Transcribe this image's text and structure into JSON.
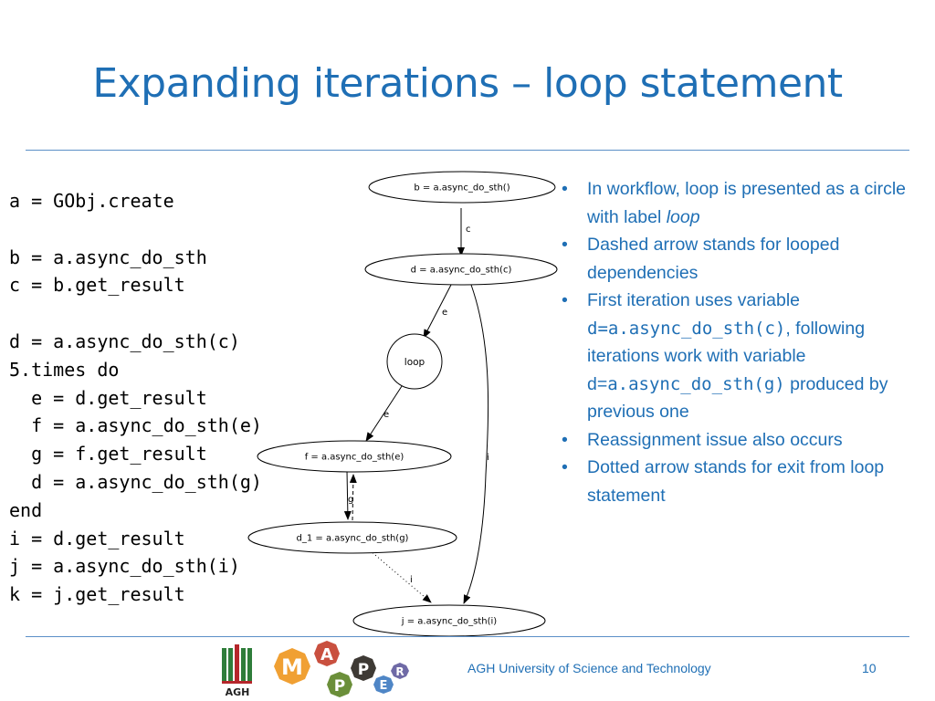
{
  "slide": {
    "title": "Expanding iterations – loop statement",
    "code_lines": [
      "a = GObj.create",
      "",
      "b = a.async_do_sth",
      "c = b.get_result",
      "",
      "d = a.async_do_sth(c)",
      "5.times do",
      "  e = d.get_result",
      "  f = a.async_do_sth(e)",
      "  g = f.get_result",
      "  d = a.async_do_sth(g)",
      "end",
      "i = d.get_result",
      "j = a.async_do_sth(i)",
      "k = j.get_result"
    ],
    "graph": {
      "nodes": {
        "b": "b = a.async_do_sth()",
        "d": "d = a.async_do_sth(c)",
        "loop": "loop",
        "f": "f = a.async_do_sth(e)",
        "d1": "d_1 = a.async_do_sth(g)",
        "j": "j = a.async_do_sth(i)"
      },
      "edges": {
        "b_d": "c",
        "d_loop": "e",
        "loop_f": "e",
        "f_d1": "g",
        "d1_j": "i",
        "d_j": "i"
      }
    },
    "bullets": {
      "b1_text": "In workflow, loop is presented as a circle with label ",
      "b1_em": "loop",
      "b2": "Dashed arrow stands for looped dependencies",
      "b3_a": "First iteration uses variable ",
      "b3_code1": "d=a.async_do_sth(c)",
      "b3_b": ", following iterations  work with variable ",
      "b3_code2_prefix": "d=",
      "b3_code2": "a.async_do_sth(g)",
      "b3_c": " produced by previous one",
      "b4": "Reassignment issue also occurs",
      "b5": "Dotted arrow stands for exit from loop statement"
    },
    "footer": {
      "institution": "AGH University of Science and Technology",
      "page_number": "10",
      "agh_logo_text": "AGH",
      "mapper_letters": [
        "M",
        "A",
        "P",
        "P",
        "E",
        "R"
      ]
    },
    "colors": {
      "title": "#1f6fb5",
      "rule": "#5b8fc7",
      "agh_green": "#2e7d3a",
      "agh_red": "#b5262b",
      "mapper_orange": "#f0a033",
      "mapper_red": "#c9503f",
      "mapper_green": "#6b8f3a",
      "mapper_dark": "#3e3a35",
      "mapper_blue": "#4f86c6",
      "mapper_purple": "#6f6aa6"
    }
  }
}
